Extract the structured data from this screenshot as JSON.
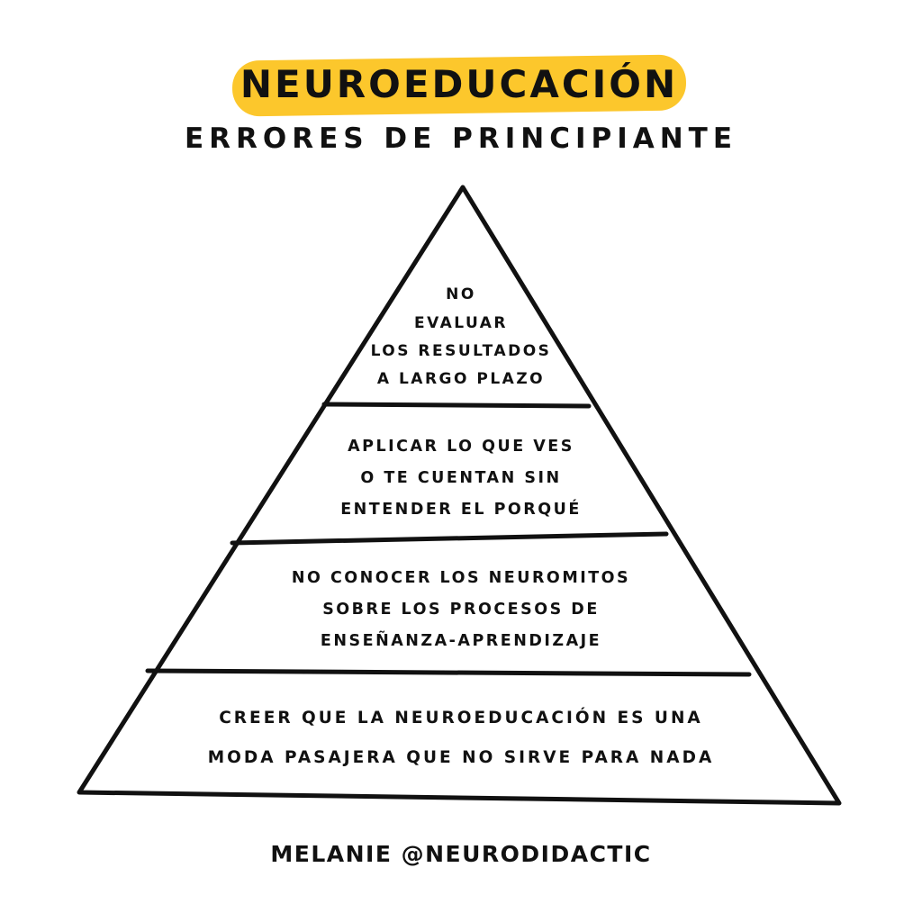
{
  "header": {
    "title": "NEUROEDUCACIÓN",
    "subtitle": "ERRORES DE PRINCIPIANTE"
  },
  "pyramid": {
    "tiers": [
      {
        "lines": [
          "NO",
          "EVALUAR",
          "LOS RESULTADOS",
          "A LARGO PLAZO"
        ]
      },
      {
        "lines": [
          "APLICAR LO QUE VES",
          "O TE CUENTAN SIN",
          "ENTENDER EL PORQUÉ"
        ]
      },
      {
        "lines": [
          "NO CONOCER LOS NEUROMITOS",
          "SOBRE LOS PROCESOS DE",
          "ENSEÑANZA-APRENDIZAJE"
        ]
      },
      {
        "lines": [
          "CREER QUE LA NEUROEDUCACIÓN ES UNA",
          "MODA PASAJERA QUE NO SIRVE PARA NADA"
        ]
      }
    ]
  },
  "footer": {
    "author": "MELANIE @NEURODIDACTIC"
  },
  "colors": {
    "highlight": "#fcc72c",
    "ink": "#111111",
    "background": "#ffffff"
  }
}
